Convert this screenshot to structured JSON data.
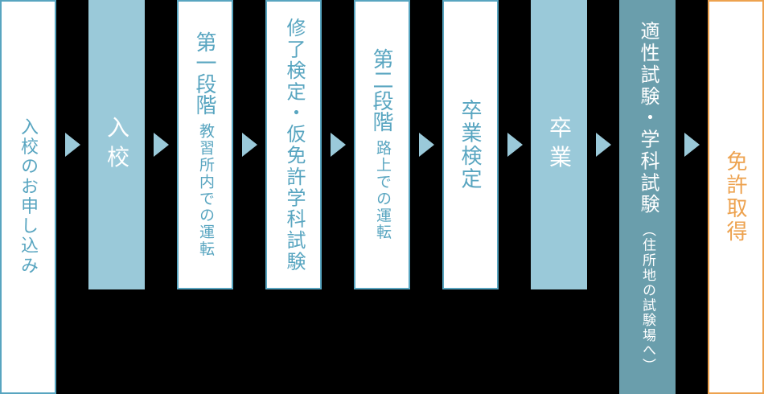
{
  "colors": {
    "background": "#000000",
    "light_blue": "#9ac9d9",
    "accent_blue": "#58a5c0",
    "dark_teal": "#6a9eac",
    "orange": "#eda24f",
    "white": "#ffffff"
  },
  "icons": {
    "arrow": "right-triangle"
  },
  "flow": {
    "steps": [
      {
        "id": "application",
        "label": "入校のお申し込み",
        "style": "outline-blue",
        "full_height": true
      },
      {
        "id": "enrollment",
        "label": "入校",
        "style": "fill-light",
        "full_height": false
      },
      {
        "id": "first-stage",
        "label": "第一段階",
        "sublabel": "教習所内での運転",
        "style": "outline-blue",
        "full_height": false
      },
      {
        "id": "completion-test",
        "label": "修了検定・仮免許学科試験",
        "style": "outline-blue",
        "full_height": false
      },
      {
        "id": "second-stage",
        "label": "第二段階",
        "sublabel": "路上での運転",
        "style": "outline-blue",
        "full_height": false
      },
      {
        "id": "graduation-test",
        "label": "卒業検定",
        "style": "outline-blue",
        "full_height": false
      },
      {
        "id": "graduation",
        "label": "卒業",
        "style": "fill-light",
        "full_height": false
      },
      {
        "id": "aptitude-written-test",
        "label": "適性試験・学科試験",
        "sublabel": "（住所地の試験場へ）",
        "style": "fill-dark",
        "full_height": true
      },
      {
        "id": "license-acquired",
        "label": "免許取得",
        "style": "outline-orange",
        "full_height": true
      }
    ]
  }
}
